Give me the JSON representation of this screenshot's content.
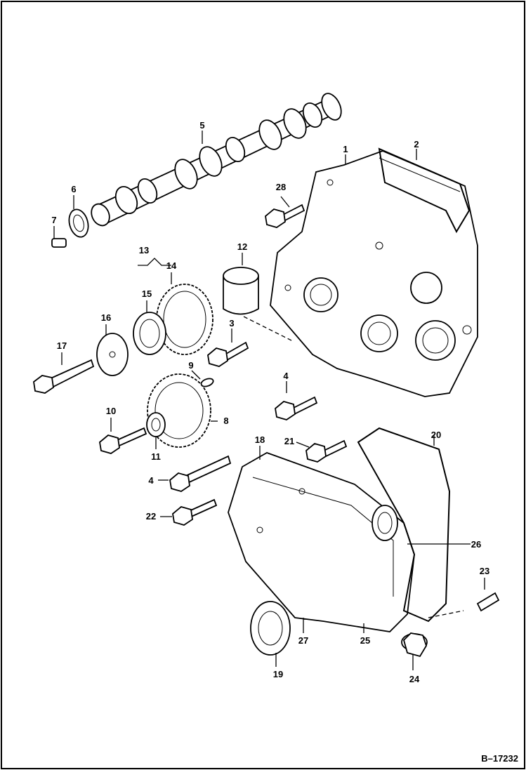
{
  "figure_id": "B–17232",
  "callouts": [
    {
      "id": "c1",
      "text": "1"
    },
    {
      "id": "c2",
      "text": "2"
    },
    {
      "id": "c3",
      "text": "3"
    },
    {
      "id": "c4a",
      "text": "4"
    },
    {
      "id": "c4b",
      "text": "4"
    },
    {
      "id": "c5",
      "text": "5"
    },
    {
      "id": "c6",
      "text": "6"
    },
    {
      "id": "c7",
      "text": "7"
    },
    {
      "id": "c8",
      "text": "8"
    },
    {
      "id": "c9",
      "text": "9"
    },
    {
      "id": "c10",
      "text": "10"
    },
    {
      "id": "c11",
      "text": "11"
    },
    {
      "id": "c12",
      "text": "12"
    },
    {
      "id": "c13",
      "text": "13"
    },
    {
      "id": "c14",
      "text": "14"
    },
    {
      "id": "c15",
      "text": "15"
    },
    {
      "id": "c16",
      "text": "16"
    },
    {
      "id": "c17",
      "text": "17"
    },
    {
      "id": "c18",
      "text": "18"
    },
    {
      "id": "c19",
      "text": "19"
    },
    {
      "id": "c20",
      "text": "20"
    },
    {
      "id": "c21",
      "text": "21"
    },
    {
      "id": "c22",
      "text": "22"
    },
    {
      "id": "c23",
      "text": "23"
    },
    {
      "id": "c24",
      "text": "24"
    },
    {
      "id": "c25",
      "text": "25"
    },
    {
      "id": "c26",
      "text": "26"
    },
    {
      "id": "c27",
      "text": "27"
    },
    {
      "id": "c28",
      "text": "28"
    }
  ]
}
